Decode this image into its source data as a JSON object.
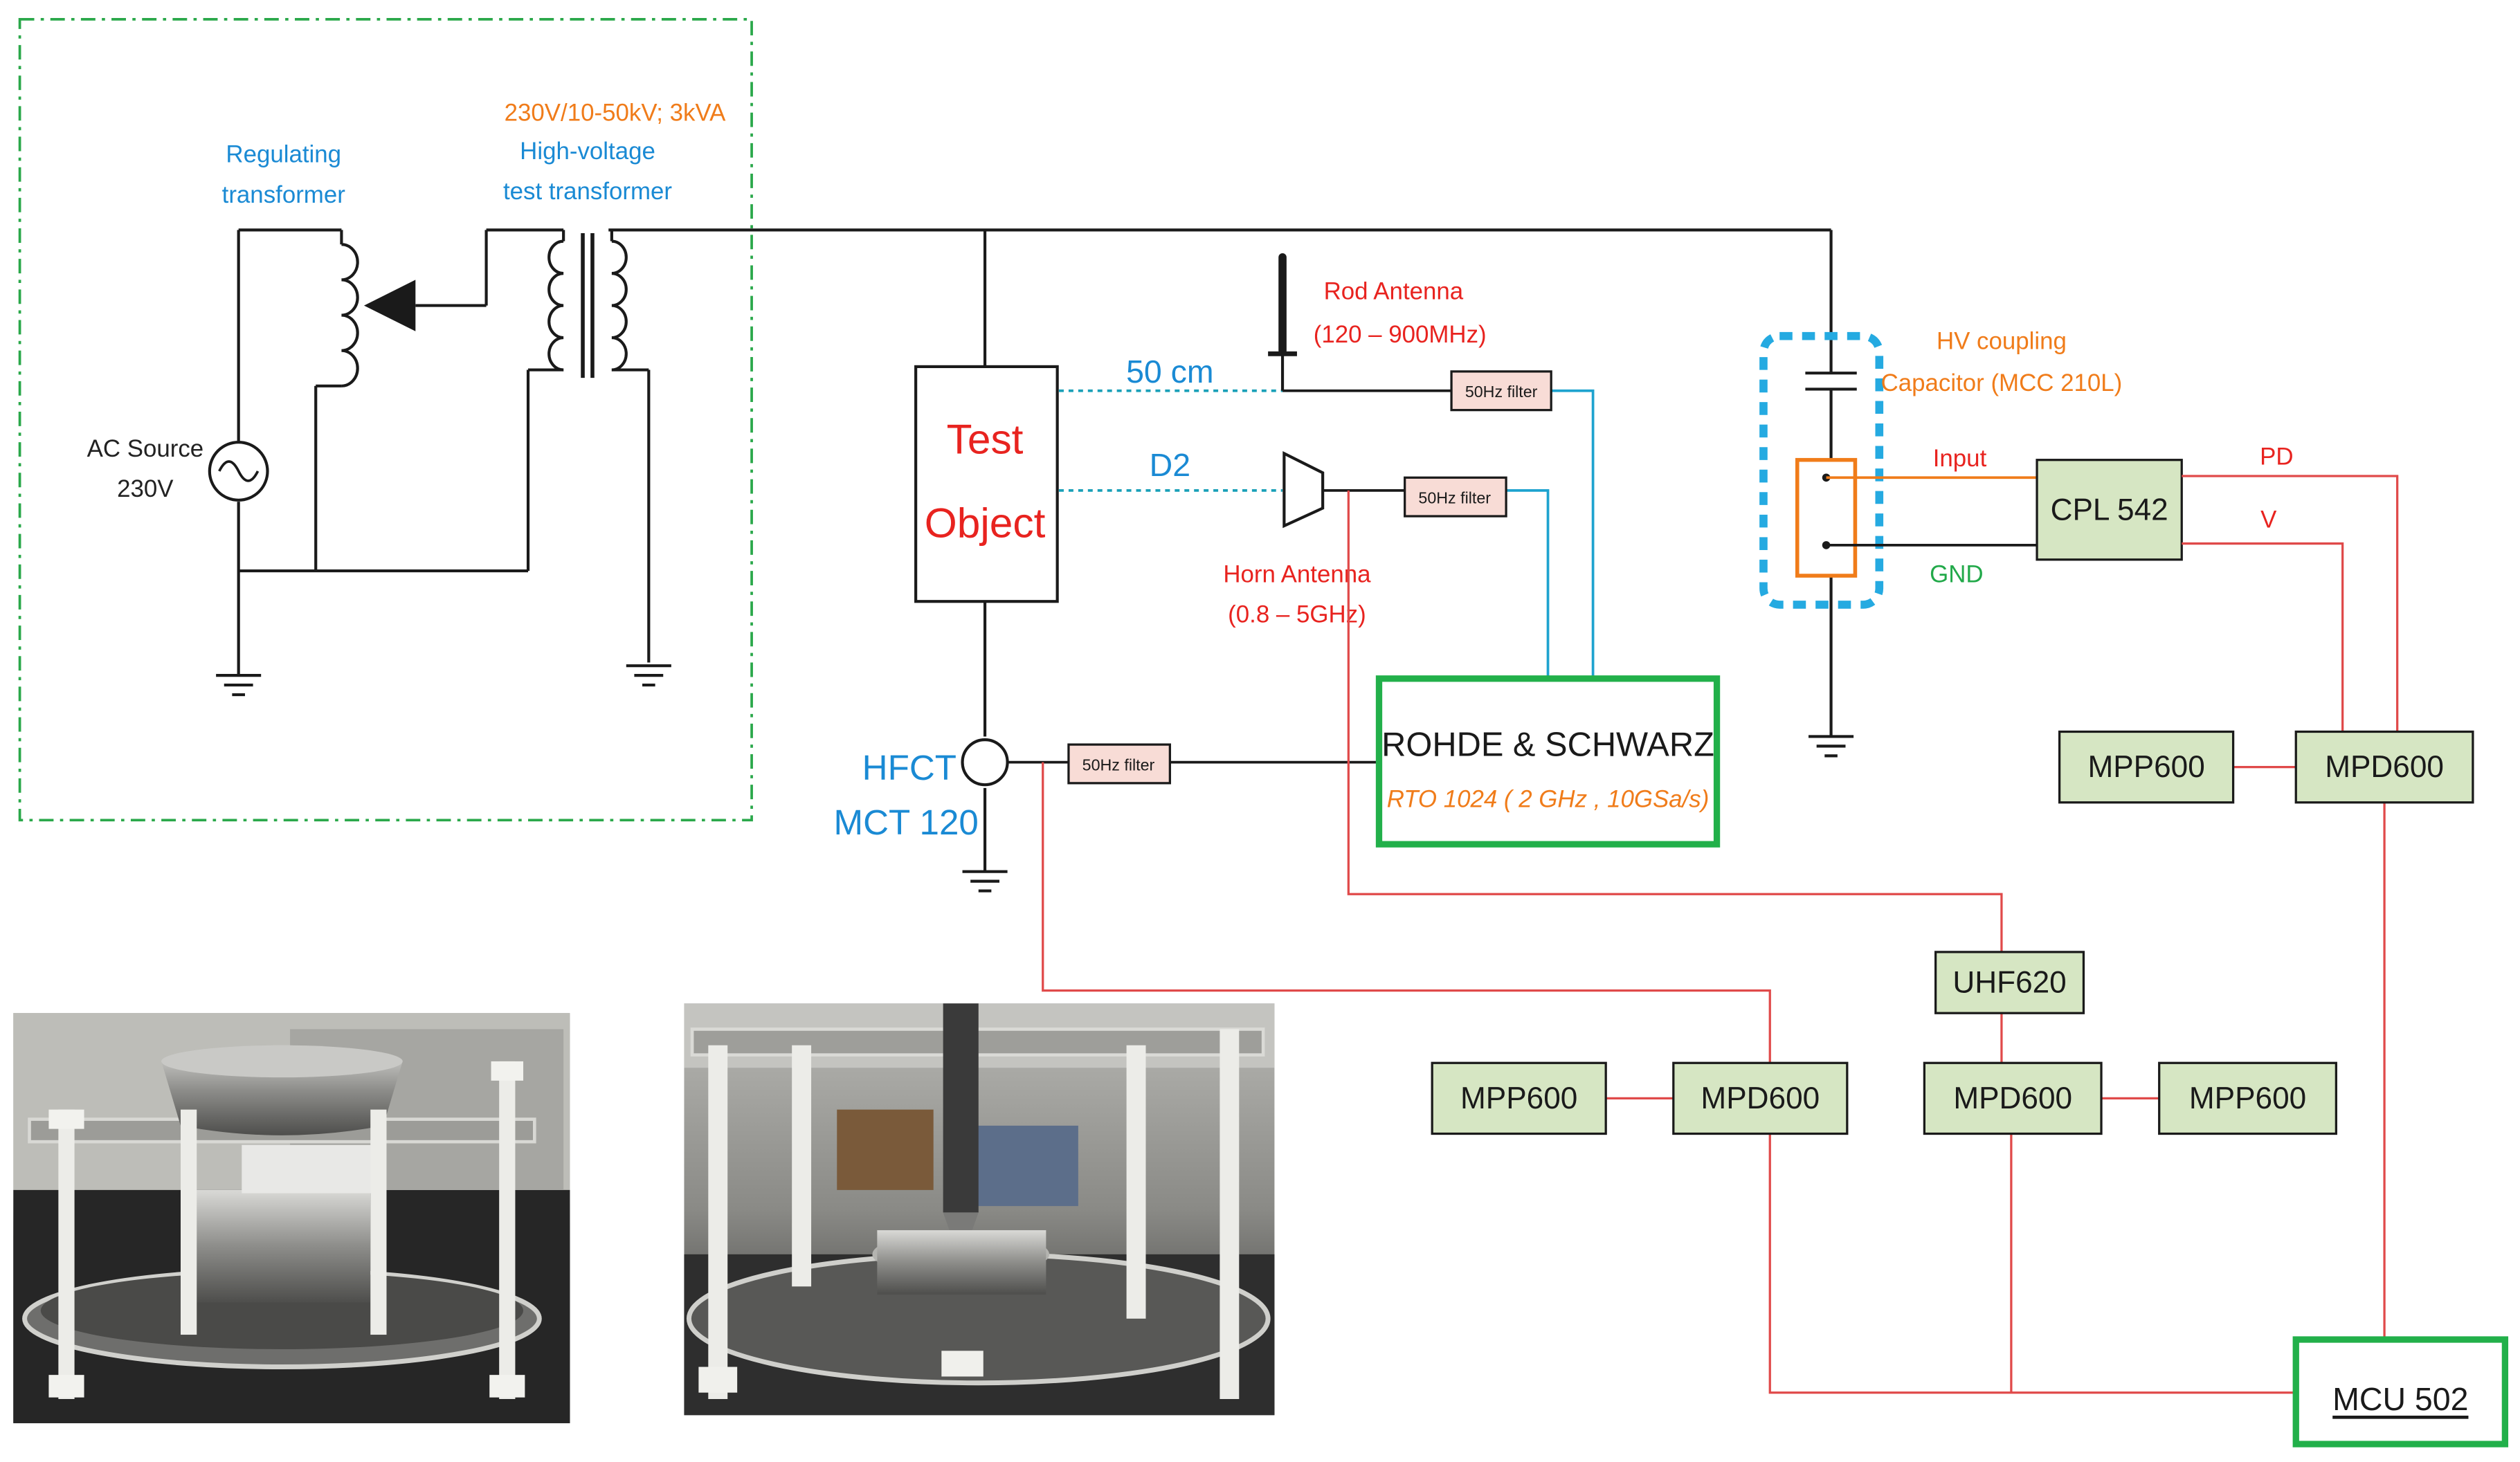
{
  "colors": {
    "blue_label": "#1a8ad4",
    "orange_label": "#f07c1a",
    "red_label": "#e8231f",
    "green_label": "#22a94a",
    "red_wire": "#e04a4a",
    "orange_wire": "#f07c1a",
    "cyan_wire": "#1ea3cf",
    "dotted_cyan": "#1aa0b8",
    "black_wire": "#1a1a1a",
    "box_fill_green": "#d6e6c3",
    "filter_fill": "#f8dcd6",
    "green_frame": "#22b04a",
    "dashed_blue": "#25aae1"
  },
  "labels": {
    "regulating_transformer": [
      "Regulating",
      "transformer"
    ],
    "hv_rating": "230V/10-50kV; 3kVA",
    "hv_test_transformer": [
      "High-voltage",
      "test transformer"
    ],
    "ac_source": [
      "AC Source",
      "230V"
    ],
    "test_object": [
      "Test",
      "Object"
    ],
    "rod_antenna": [
      "Rod Antenna",
      "(120 – 900MHz)"
    ],
    "horn_antenna": [
      "Horn Antenna",
      "(0.8 – 5GHz)"
    ],
    "distance_rod": "50 cm",
    "distance_horn": "D2",
    "hfct": [
      "HFCT",
      "MCT 120"
    ],
    "hv_coupling": [
      "HV coupling",
      "Capacitor (MCC 210L)"
    ],
    "input": "Input",
    "gnd": "GND",
    "pd": "PD",
    "v": "V",
    "filter": "50Hz filter"
  },
  "boxes": {
    "cpl": "CPL 542",
    "rohde": "ROHDE & SCHWARZ",
    "rohde_spec": "RTO 1024 ( 2 GHz , 10GSa/s)",
    "mpp600_top": "MPP600",
    "mpd600_top": "MPD600",
    "uhf620": "UHF620",
    "mpp600_left": "MPP600",
    "mpd600_left": "MPD600",
    "mpd600_mid": "MPD600",
    "mpp600_right": "MPP600",
    "mcu": "MCU 502"
  },
  "icons": {
    "ac_source": "sine-wave-icon",
    "ground": "ground-icon",
    "rod_antenna": "rod-antenna-icon",
    "horn_antenna": "horn-antenna-icon",
    "hfct": "current-transformer-icon",
    "capacitor": "capacitor-icon"
  }
}
